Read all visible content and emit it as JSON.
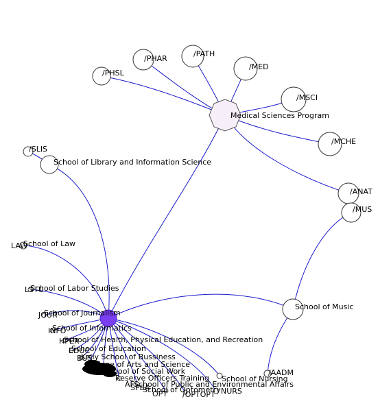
{
  "diagram": {
    "medical": {
      "center": "Medical Sciences Program",
      "children": [
        "/PHAR",
        "/PATH",
        "/PHSL",
        "/MED",
        "/MSCI",
        "/MCHE",
        "/ANAT",
        "/MUS"
      ]
    },
    "library": {
      "center": "School of Library and Information Science",
      "child": "/SLIS"
    },
    "music": {
      "center": "School of Music",
      "child": "/AADM"
    },
    "schools": [
      "School of Law",
      "School of Labor Studies",
      "School of Journalism",
      "School of Informatics",
      "School of Health, Physical Education, and Recreation",
      "School of Education",
      "Kelly School of Bussiness",
      "College of Arts and Science",
      "School of Social Work",
      "Reserve Officers Training",
      "School of Nursing",
      "School of Public and Environmental Affairs",
      "School of Optometry"
    ],
    "small_labels": [
      "LAW",
      "LSTU",
      "JOUR",
      "INFO",
      "HPER",
      "EDUC",
      "BUS",
      "SPEA",
      "OPT",
      "/OPTOPT",
      "NURS",
      "AF"
    ]
  }
}
